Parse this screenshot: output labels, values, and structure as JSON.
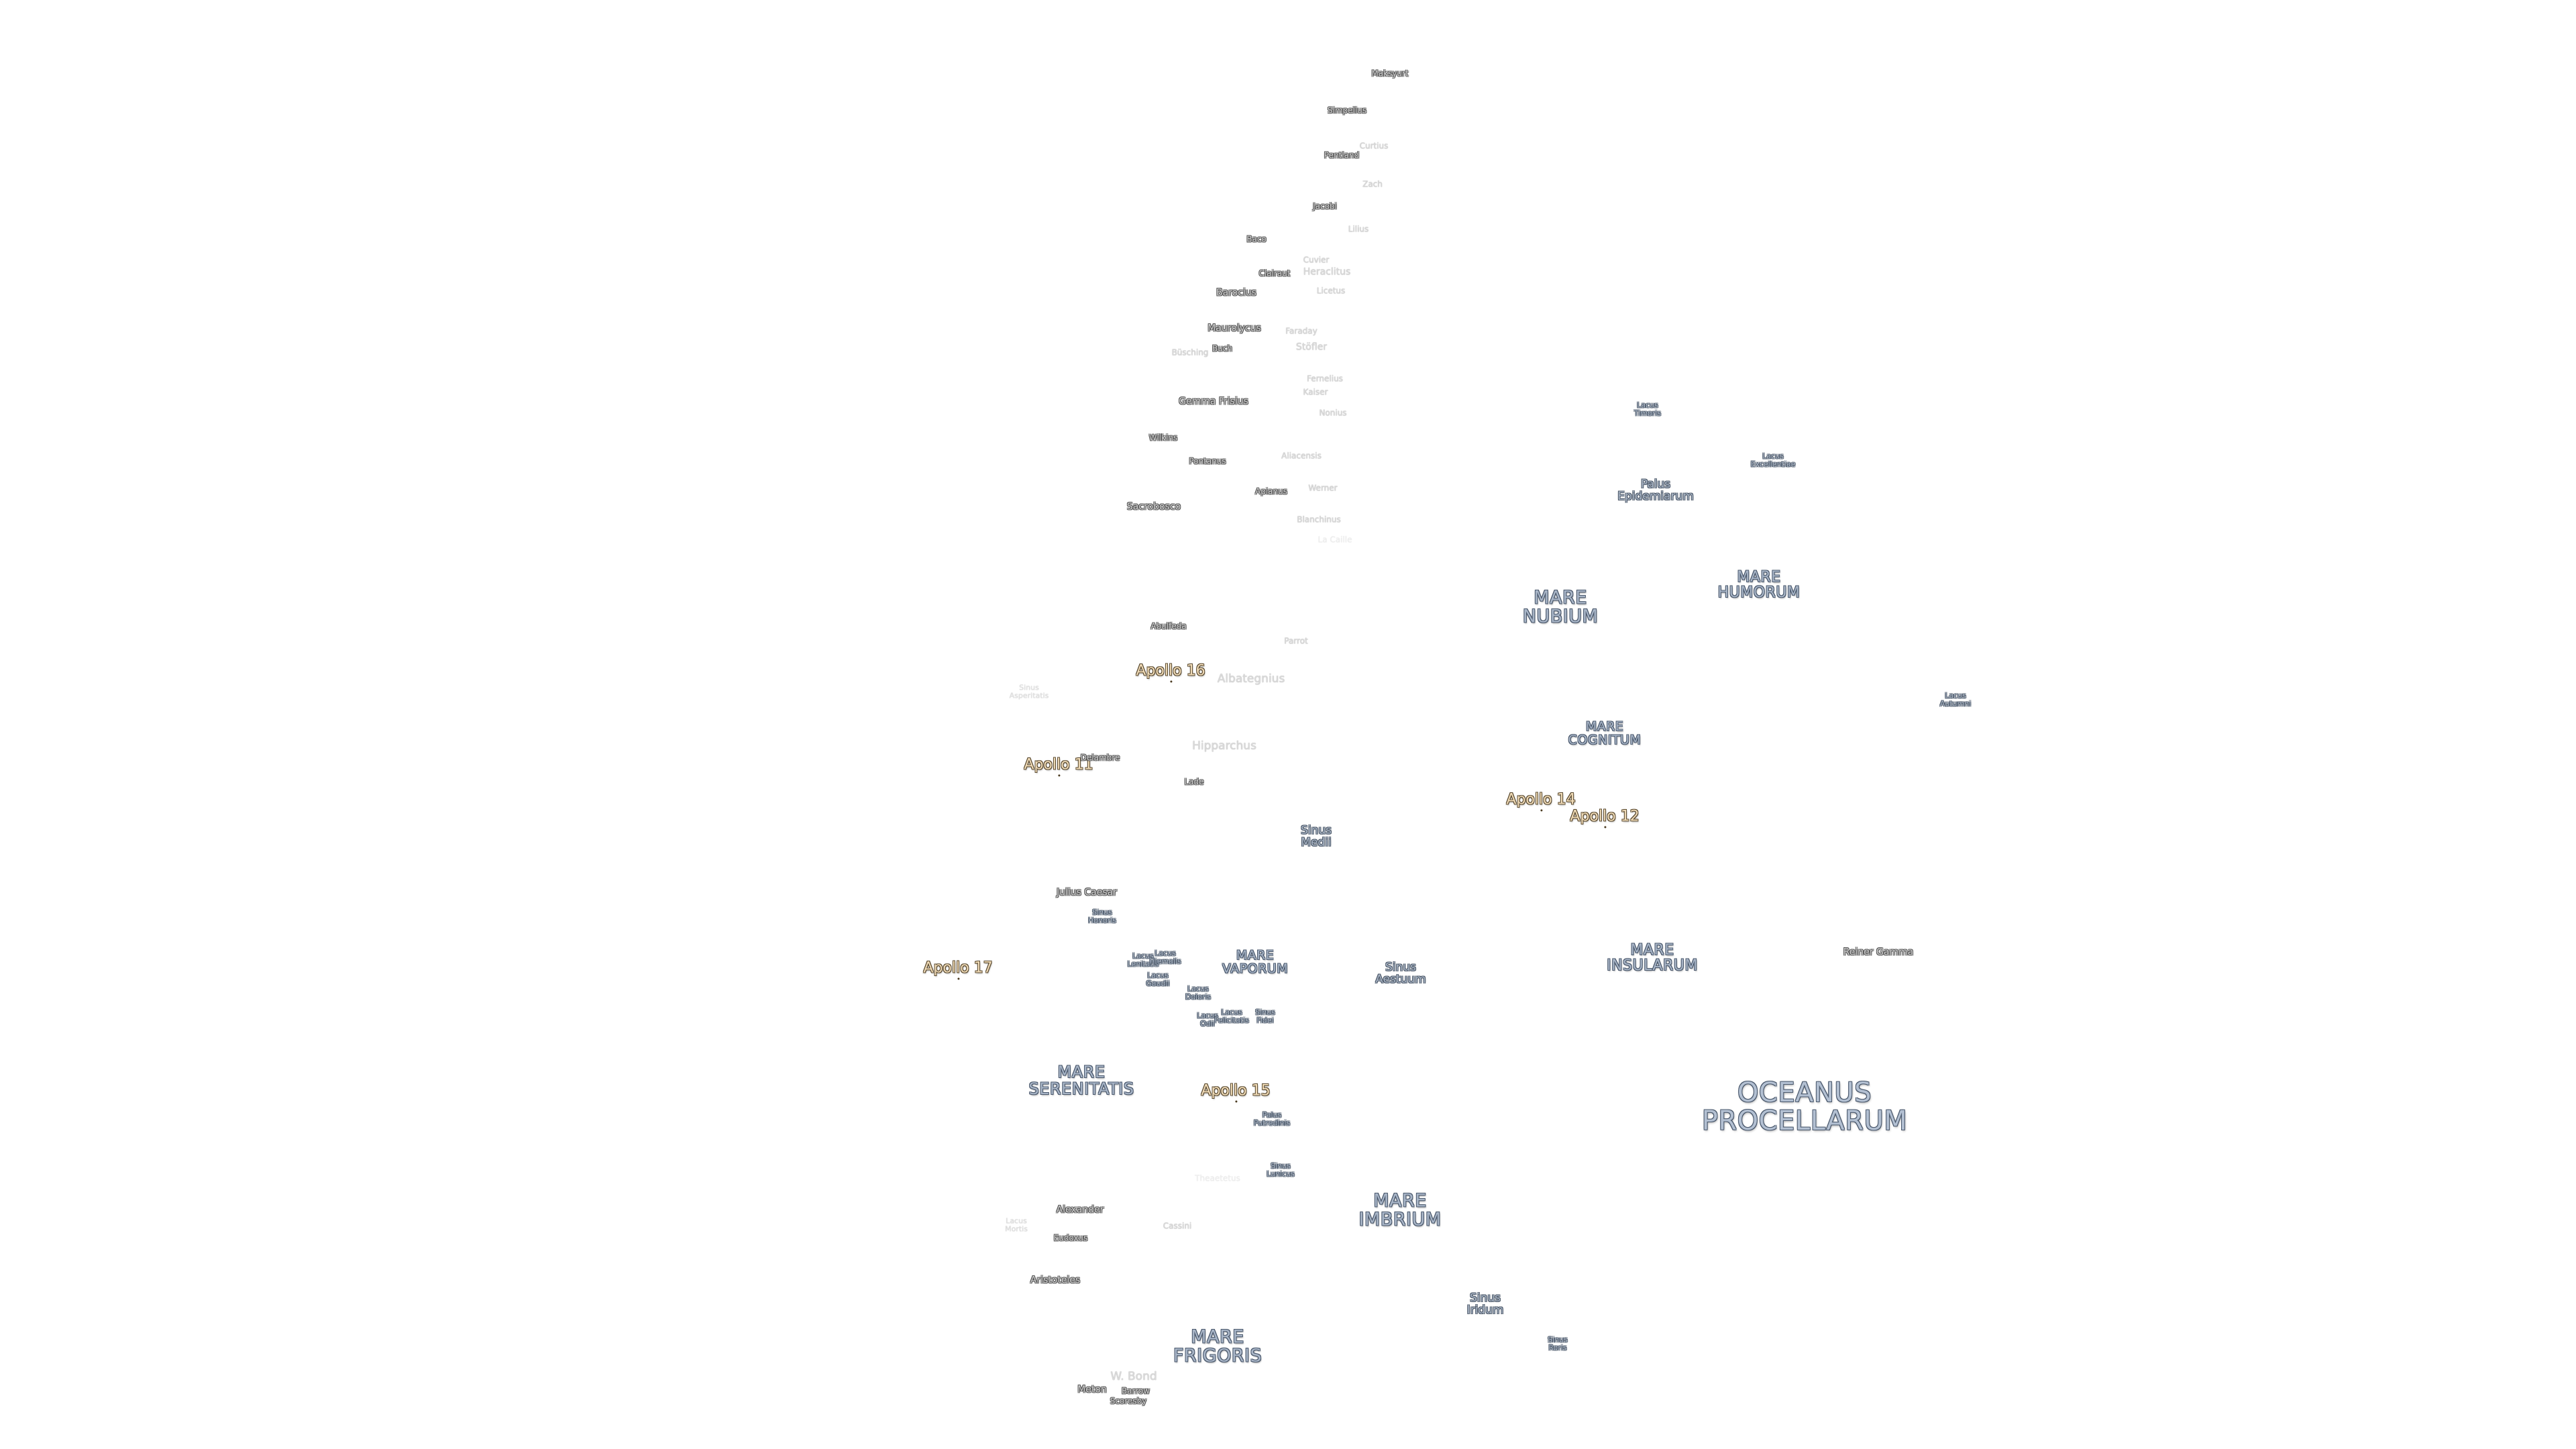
{
  "labels": {
    "craters": [
      {
        "name": "Maksyurt"
      },
      {
        "name": "Simpelius"
      },
      {
        "name": "Curtius"
      },
      {
        "name": "Pentland"
      },
      {
        "name": "Zach"
      },
      {
        "name": "Jacobi"
      },
      {
        "name": "Lilius"
      },
      {
        "name": "Baco"
      },
      {
        "name": "Cuvier"
      },
      {
        "name": "Clairaut"
      },
      {
        "name": "Heraclitus"
      },
      {
        "name": "Licetus"
      },
      {
        "name": "Barocius"
      },
      {
        "name": "Maurolycus"
      },
      {
        "name": "Faraday"
      },
      {
        "name": "Buch"
      },
      {
        "name": "Stöfler"
      },
      {
        "name": "Büsching"
      },
      {
        "name": "Fernelius"
      },
      {
        "name": "Kaiser"
      },
      {
        "name": "Gemma Frisius"
      },
      {
        "name": "Nonius"
      },
      {
        "name": "Wilkins"
      },
      {
        "name": "Pontanus"
      },
      {
        "name": "Aliacensis"
      },
      {
        "name": "Apianus"
      },
      {
        "name": "Werner"
      },
      {
        "name": "Sacrobosco"
      },
      {
        "name": "Blanchinus"
      },
      {
        "name": "La Caille"
      },
      {
        "name": "Abulfeda"
      },
      {
        "name": "Parrot"
      },
      {
        "name": "Albategnius"
      },
      {
        "name": "Hipparchus"
      },
      {
        "name": "Delambre"
      },
      {
        "name": "Lade"
      },
      {
        "name": "Julius Caesar"
      },
      {
        "name": "Reiner Gamma"
      },
      {
        "name": "Alexander"
      },
      {
        "name": "Cassini"
      },
      {
        "name": "Eudoxus"
      },
      {
        "name": "Aristoteles"
      },
      {
        "name": "W. Bond"
      },
      {
        "name": "Meton"
      },
      {
        "name": "Barrow"
      },
      {
        "name": "Scoresby"
      },
      {
        "name": "Theaetetus"
      }
    ],
    "seas": [
      {
        "line1": "MARE",
        "line2": "NUBIUM"
      },
      {
        "line1": "MARE",
        "line2": "HUMORUM"
      },
      {
        "line1": "MARE",
        "line2": "COGNITUM"
      },
      {
        "line1": "MARE",
        "line2": "VAPORUM"
      },
      {
        "line1": "MARE",
        "line2": "INSULARUM"
      },
      {
        "line1": "MARE",
        "line2": "SERENITATIS"
      },
      {
        "line1": "MARE",
        "line2": "IMBRIUM"
      },
      {
        "line1": "MARE",
        "line2": "FRIGORIS"
      },
      {
        "line1": "OCEANUS",
        "line2": "PROCELLARUM"
      }
    ],
    "features": [
      {
        "line1": "Lacus",
        "line2": "Timoris"
      },
      {
        "line1": "Lacus",
        "line2": "Excellentiae"
      },
      {
        "line1": "Palus",
        "line2": "Epidemiarum"
      },
      {
        "line1": "Lacus",
        "line2": "Autumni"
      },
      {
        "line1": "Sinus",
        "line2": "Asperitatis"
      },
      {
        "line1": "Sinus",
        "line2": "Medii"
      },
      {
        "line1": "Sinus",
        "line2": "Honoris"
      },
      {
        "line1": "Lacus",
        "line2": "Lenitatis"
      },
      {
        "line1": "Lacus",
        "line2": "Hiemalis"
      },
      {
        "line1": "Lacus",
        "line2": "Gaudii"
      },
      {
        "line1": "Lacus",
        "line2": "Doloris"
      },
      {
        "line1": "Lacus",
        "line2": "Odii"
      },
      {
        "line1": "Lacus",
        "line2": "Felicitatis"
      },
      {
        "line1": "Sinus",
        "line2": "Fidei"
      },
      {
        "line1": "Sinus",
        "line2": "Aestuum"
      },
      {
        "line1": "Palus",
        "line2": "Putredinis"
      },
      {
        "line1": "Sinus",
        "line2": "Lunicus"
      },
      {
        "line1": "Lacus",
        "line2": "Mortis"
      },
      {
        "line1": "Sinus",
        "line2": "Iridum"
      },
      {
        "line1": "Sinus",
        "line2": "Roris"
      }
    ],
    "apollo": [
      {
        "name": "Apollo 16"
      },
      {
        "name": "Apollo 11"
      },
      {
        "name": "Apollo 14"
      },
      {
        "name": "Apollo 12"
      },
      {
        "name": "Apollo 17"
      },
      {
        "name": "Apollo 15"
      }
    ]
  }
}
